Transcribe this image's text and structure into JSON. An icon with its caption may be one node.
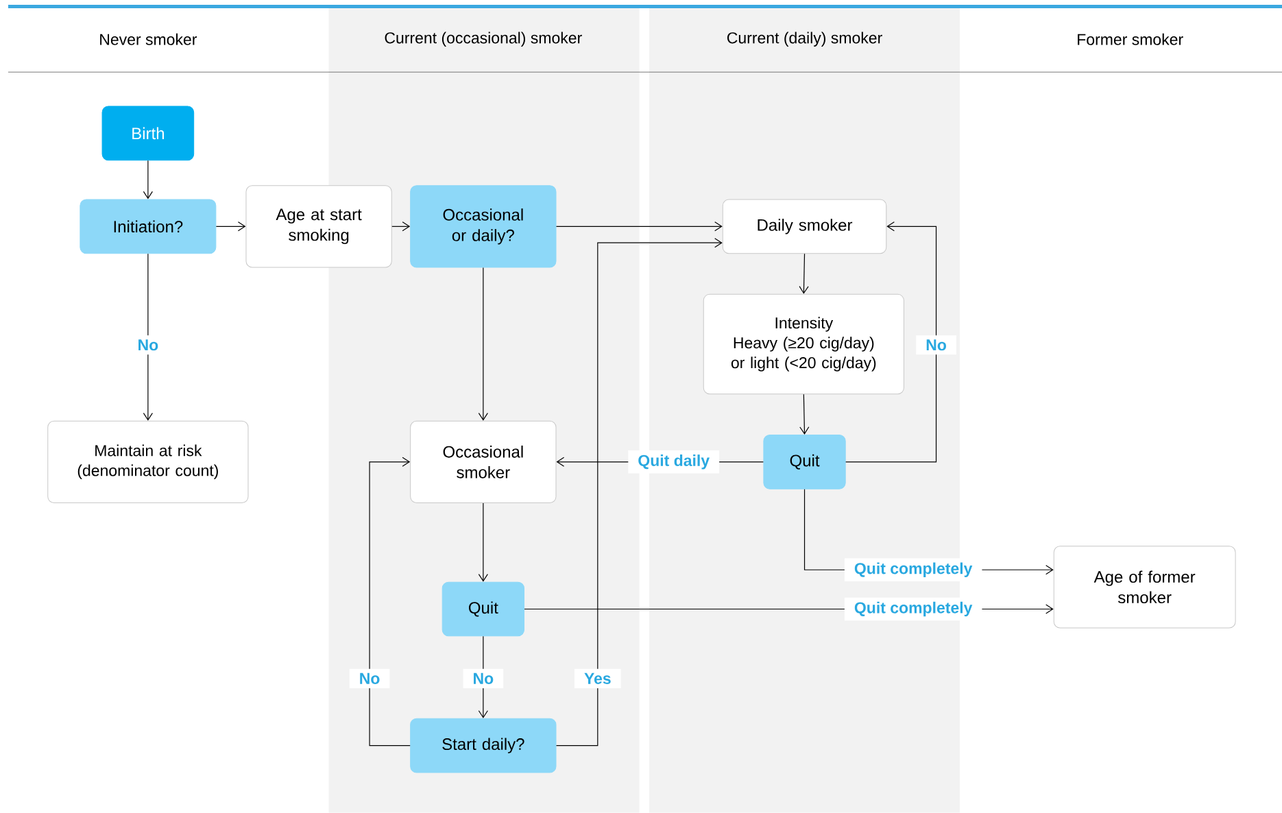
{
  "diagram": {
    "nodes": [
      {
        "text": [
          "Birth"
        ]
      },
      {
        "text": [
          "Initiation?"
        ]
      },
      {
        "text": [
          "Age at start smoking"
        ]
      },
      {
        "text": [
          "Occasional or daily?"
        ]
      },
      {
        "text": [
          "Daily smoker"
        ]
      },
      {
        "text": [
          "Intensity",
          "Heavy (≥20 cig/day) or light (<20 cig/day)"
        ]
      },
      {
        "text": [
          "Maintain at risk",
          "(denominator count)"
        ]
      },
      {
        "text": [
          "Occasional smoker"
        ]
      },
      {
        "text": [
          "Quit"
        ]
      },
      {
        "text": [
          "Quit"
        ]
      },
      {
        "text": [
          "Start daily?"
        ]
      },
      {
        "text": [
          "Age of former smoker"
        ]
      }
    ],
    "edges": [
      {
        "from": 0,
        "to": 1,
        "arrow": "to"
      },
      {
        "from": 1,
        "to": 2,
        "arrow": "to"
      },
      {
        "from": 2,
        "to": 3,
        "arrow": "to"
      },
      {
        "from": 1,
        "to": 6,
        "arrow": "to",
        "label": "No"
      },
      {
        "from": 3,
        "to": 4,
        "arrow": "to"
      },
      {
        "from": 3,
        "to": 7,
        "arrow": "to"
      },
      {
        "from": 4,
        "to": 5,
        "arrow": "to"
      },
      {
        "from": 5,
        "to": 8,
        "arrow": "to"
      },
      {
        "from": 8,
        "to": 4,
        "arrow": "to",
        "label": "No"
      },
      {
        "from": 8,
        "to": 7,
        "arrow": "to",
        "label": "Quit daily"
      },
      {
        "from": 8,
        "to": 11,
        "arrow": "to",
        "label": "Quit completely"
      },
      {
        "from": 7,
        "to": 9,
        "arrow": "to"
      },
      {
        "from": 9,
        "to": 11,
        "arrow": "to",
        "label": "Quit completely"
      },
      {
        "from": 9,
        "to": 10,
        "arrow": "to",
        "label": "No"
      },
      {
        "from": 10,
        "to": 7,
        "arrow": "to",
        "label": "No"
      },
      {
        "from": 10,
        "to": 4,
        "arrow": "to",
        "label": "Yes"
      }
    ],
    "labels": [
      "Never smoker",
      "Current (occasional) smoker",
      "Current (daily) smoker",
      "Former smoker"
    ]
  }
}
